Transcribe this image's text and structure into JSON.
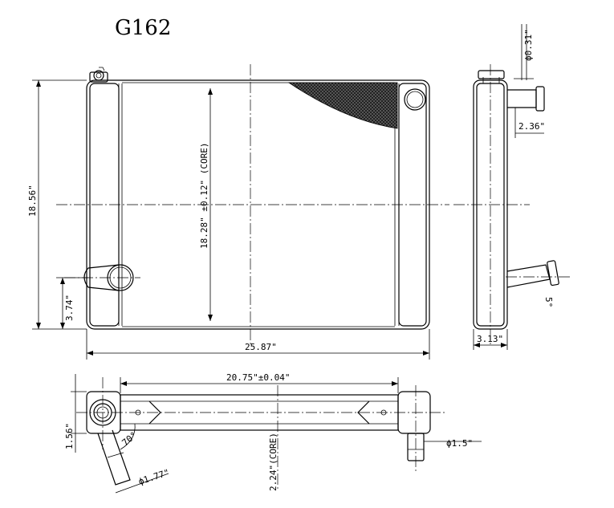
{
  "title": "G162",
  "dimensions": {
    "overall_height": "18.56\"",
    "core_height": "18.28\" ±0.12\" (CORE)",
    "lower_outlet_height": "3.74\"",
    "overall_width": "25.87\"",
    "cap_diameter": "ϕ0.31\"",
    "side_inlet_offset": "2.36\"",
    "side_depth": "3.13\"",
    "side_outlet_angle": "5°",
    "top_core_width": "20.75\"±0.04\"",
    "bottom_left_height": "1.56\"",
    "bottom_angle": "70°",
    "bottom_core_depth": "2.24\"(CORE)",
    "bottom_left_pipe_dia": "ϕ1.77\"",
    "bottom_right_pipe_dia": "ϕ1.5\""
  },
  "colors": {
    "ink": "#000000",
    "background": "#ffffff"
  }
}
